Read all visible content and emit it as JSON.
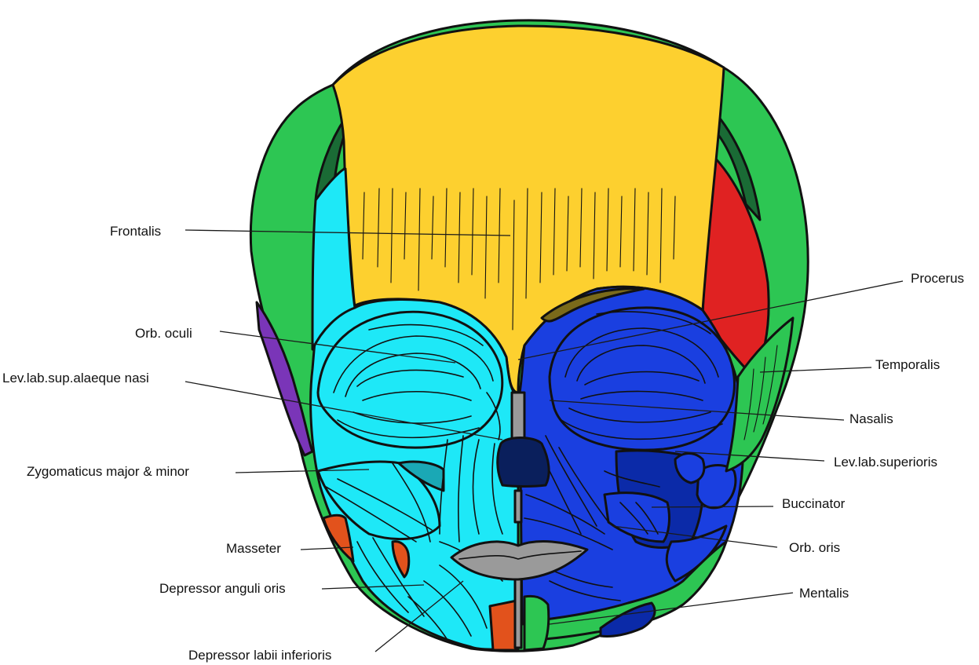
{
  "colors": {
    "frontalis": "#fdd02f",
    "temporalis": "#2dc653",
    "temporalis_dark": "#1a6b35",
    "masseter_red": "#e02222",
    "orange": "#e2521c",
    "purple": "#7a35b8",
    "light_muscle": "#1ee8f7",
    "light_muscle_dark": "#1aa8b5",
    "dark_muscle": "#1a3fe0",
    "dark_muscle_deep": "#0b2aa8",
    "lips": "#9a9a9a",
    "nose": "#0a1f5c",
    "olive": "#7a6a1a"
  },
  "labels": {
    "frontalis": "Frontalis",
    "procerus": "Procerus",
    "orb_oculi": "Orb. oculi",
    "temporalis": "Temporalis",
    "lev_lab_sup_alaeque_nasi": "Lev.lab.sup.alaeque nasi",
    "nasalis": "Nasalis",
    "lev_lab_superioris": "Lev.lab.superioris",
    "zygomaticus": "Zygomaticus major & minor",
    "buccinator": "Buccinator",
    "masseter": "Masseter",
    "orb_oris": "Orb. oris",
    "depressor_anguli_oris": "Depressor anguli oris",
    "mentalis": "Mentalis",
    "depressor_labii_inferioris": "Depressor labii inferioris"
  }
}
